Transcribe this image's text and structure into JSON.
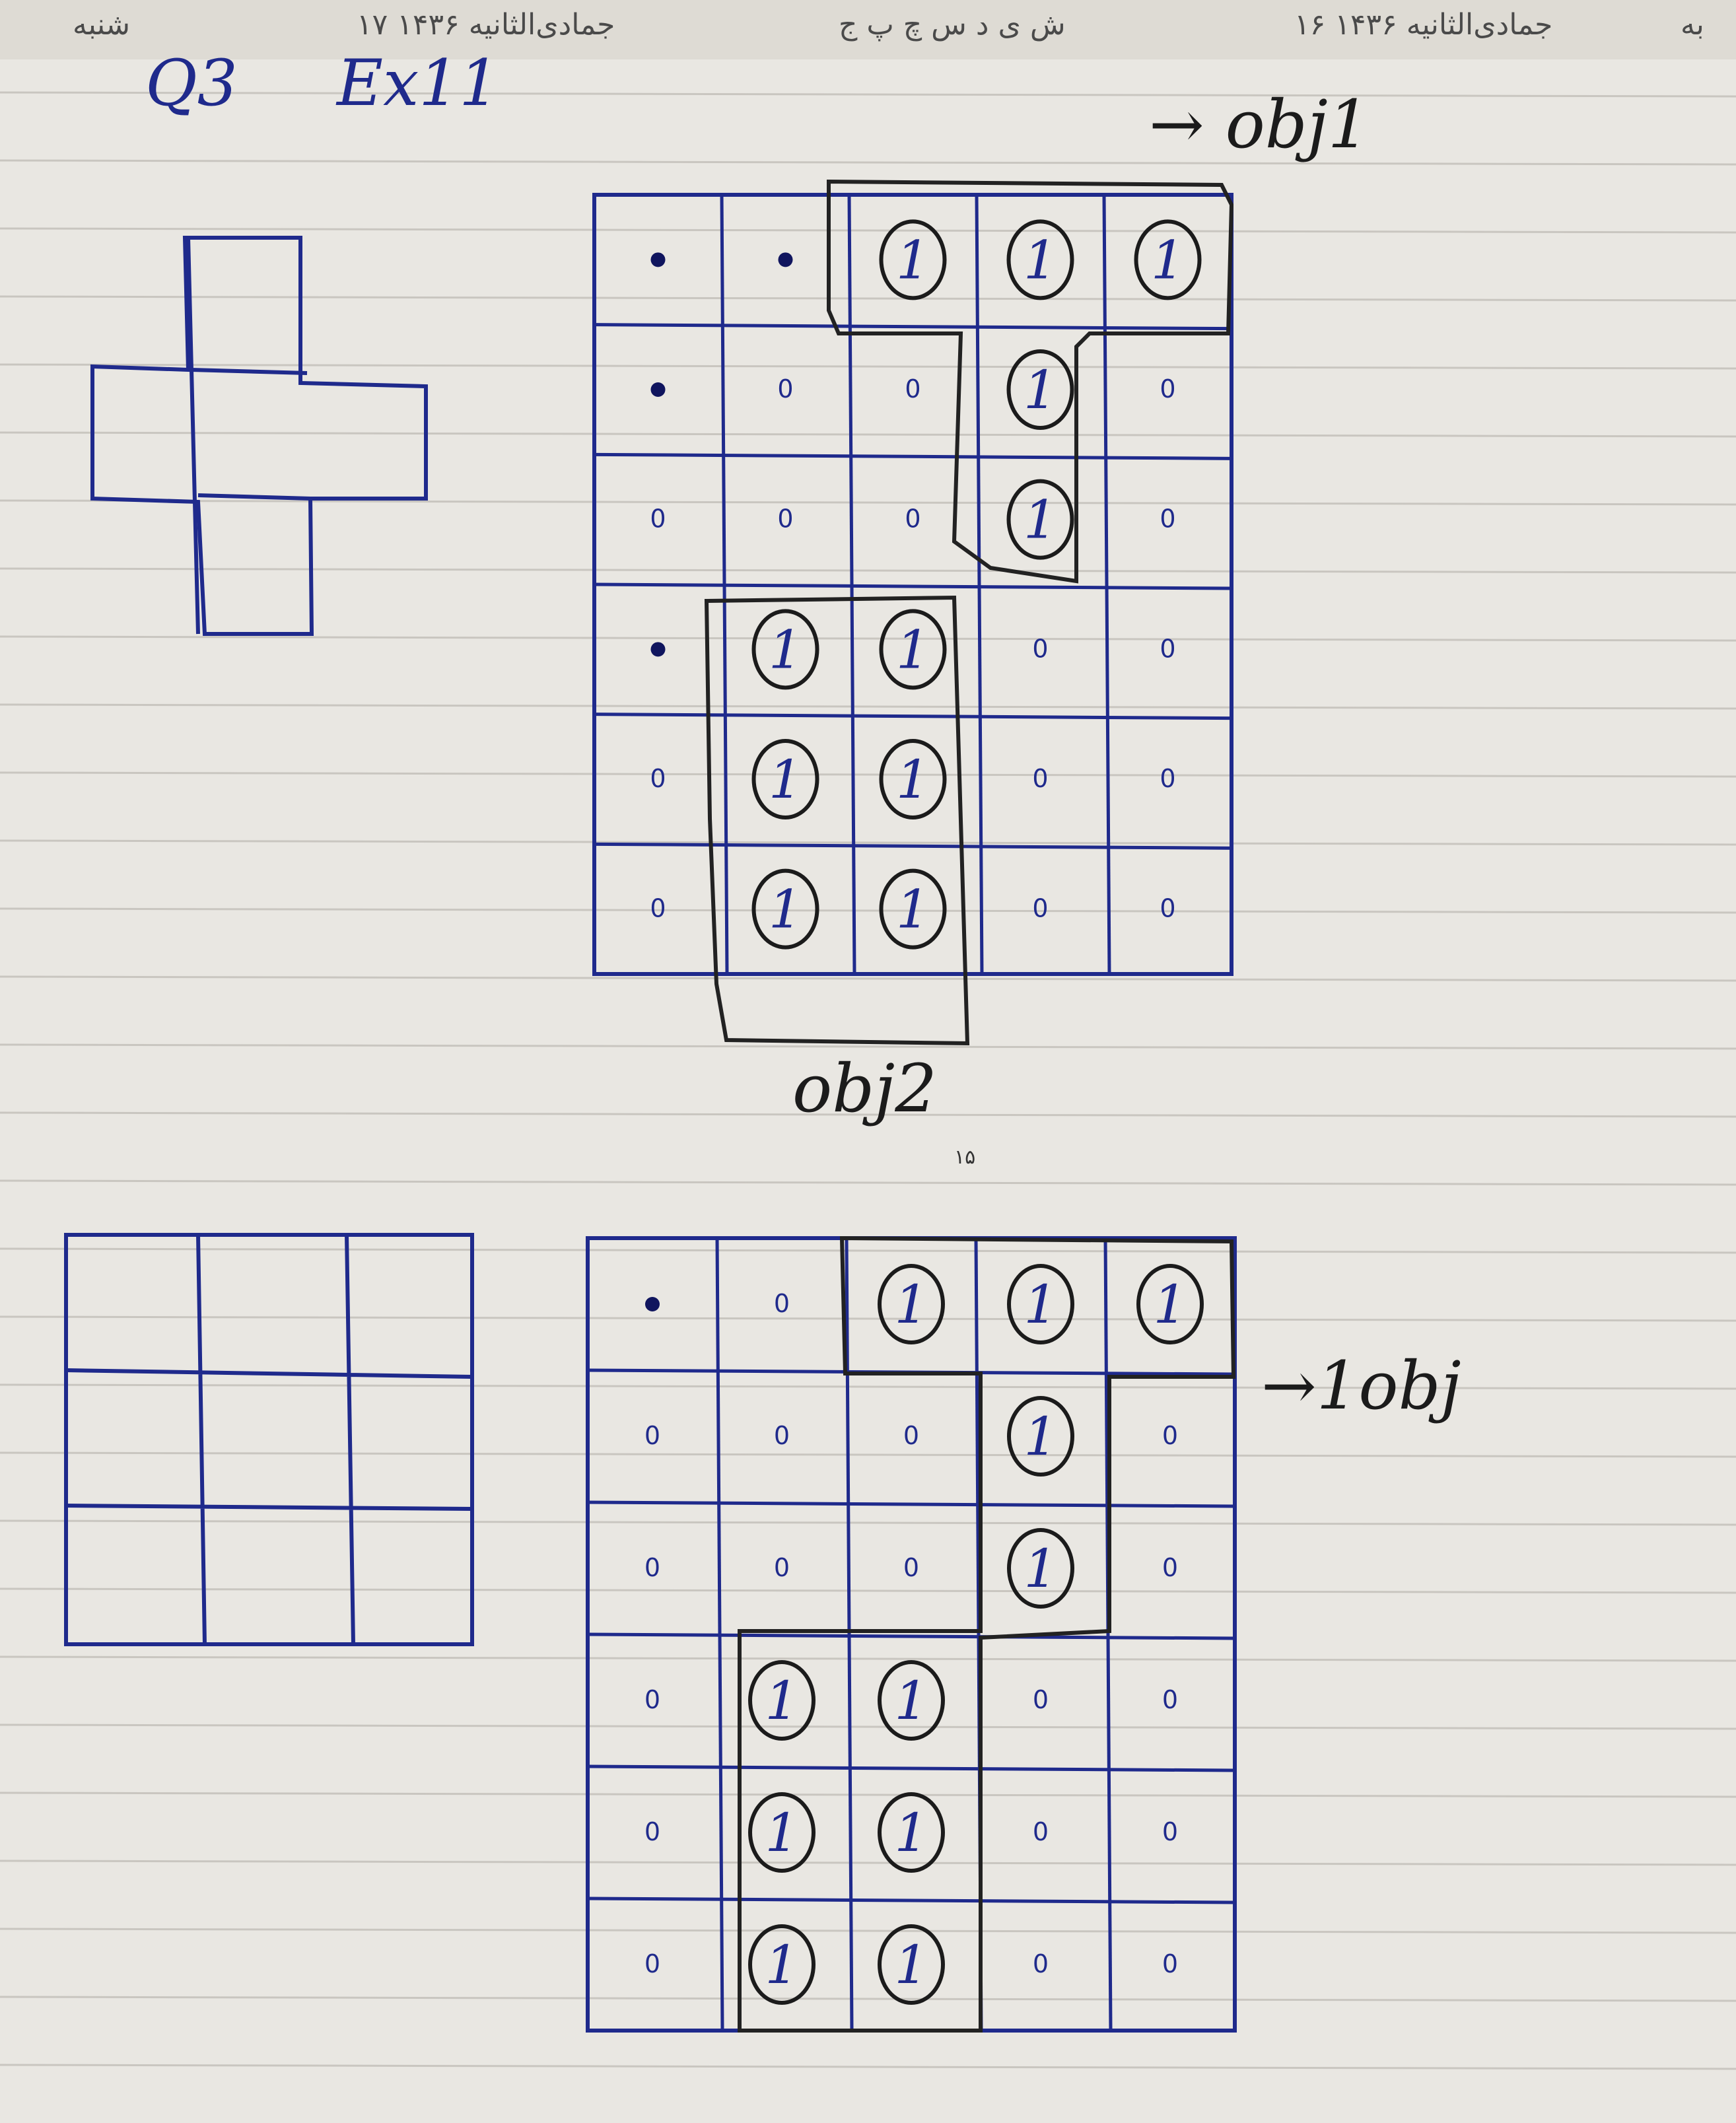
{
  "header": {
    "left_corner": "شنبه",
    "left_date": "۱۷ جمادی‌الثانیه ۱۴۳۶",
    "day_letters": "ش ی د س چ پ ج",
    "right_date": "۱۶ جمادی‌الثانیه ۱۴۳۶",
    "right_corner": "به"
  },
  "notes": {
    "question": "Q3",
    "exercise": "Ex11",
    "obj1_label": "obj1",
    "obj2_label": "obj2",
    "obj_bottom_label": "1obj",
    "page_number": "۱۵"
  },
  "top_grid": {
    "rows": 6,
    "cols": 5,
    "one_label": "1",
    "zero_label": "0"
  },
  "bottom_grid": {
    "rows": 6,
    "cols": 5,
    "one_label": "1",
    "zero_label": "0"
  },
  "colors": {
    "paper": "#e9e7e2",
    "rule_line": "#c9c6c0",
    "blue_ink": "#1f2a8c",
    "black_ink": "#1b1b1b"
  }
}
